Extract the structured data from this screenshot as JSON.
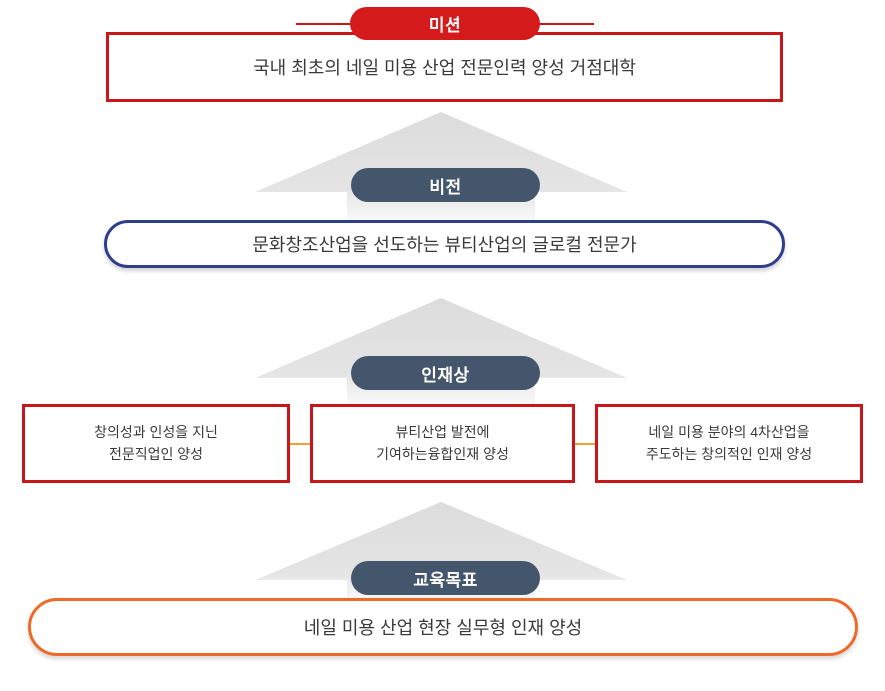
{
  "diagram": {
    "title_semantic": "mission-vision-talent-goal-pyramid",
    "colors": {
      "mission_red": "#C8171A",
      "mission_badge_red": "#D41A1A",
      "badge_dark_slate": "#44566B",
      "vision_navy": "#2F3E8C",
      "goal_orange": "#EE6A26",
      "connector_orange": "#F0A030",
      "arrow_gray": "#DFDFDF",
      "text_gray": "#3a3a3a"
    },
    "levels": [
      {
        "badge": "미션",
        "text": "국내 최초의 네일 미용 산업 전문인력 양성 거점대학"
      },
      {
        "badge": "비전",
        "text": "문화창조산업을 선도하는 뷰티산업의 글로컬 전문가"
      },
      {
        "badge": "인재상",
        "items": [
          "창의성과 인성을 지닌\n전문직업인 양성",
          "뷰티산업 발전에\n기여하는융합인재 양성",
          "네일 미용 분야의 4차산업을\n주도하는 창의적인  인재 양성"
        ]
      },
      {
        "badge": "교육목표",
        "text": "네일 미용 산업 현장 실무형 인재 양성"
      }
    ]
  }
}
